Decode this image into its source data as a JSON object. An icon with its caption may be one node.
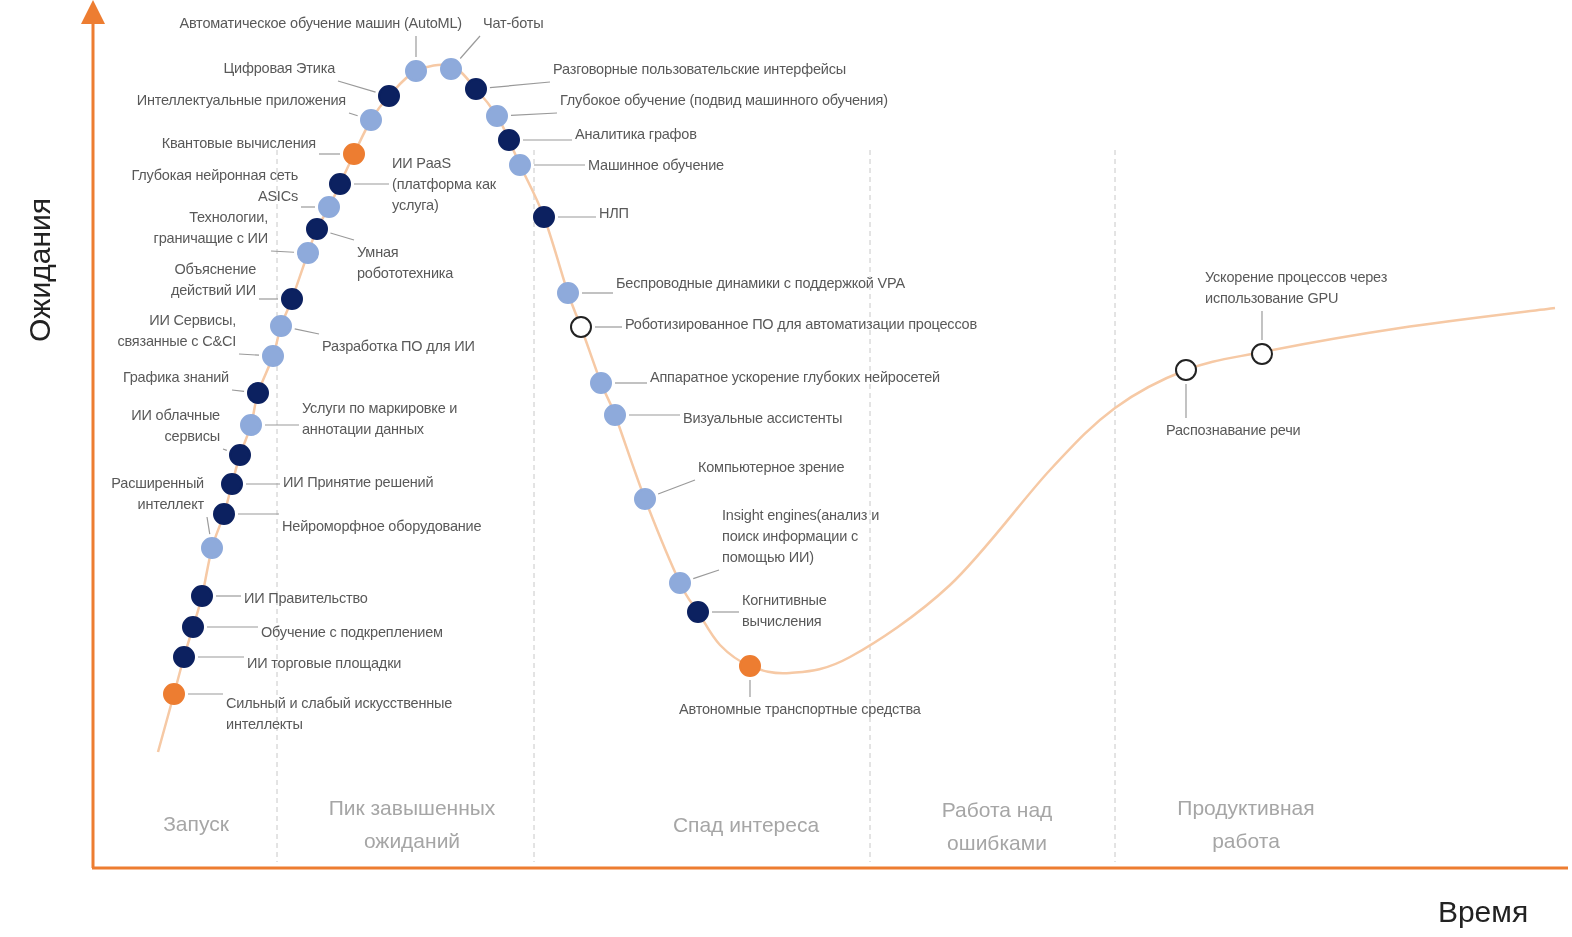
{
  "diagram": {
    "nodes": [
      {
        "text": [
          "Автоматическое обучение машин (AutoML)"
        ]
      },
      {
        "text": [],
        "shape": "circle"
      },
      {
        "text": [
          "Чат-боты"
        ]
      },
      {
        "text": [],
        "shape": "circle"
      },
      {
        "text": [
          "Цифровая Этика"
        ]
      },
      {
        "text": [],
        "shape": "circle"
      },
      {
        "text": [
          "Разговорные пользовательские интерфейсы"
        ]
      },
      {
        "text": [],
        "shape": "circle"
      },
      {
        "text": [
          "Интеллектуальные приложения"
        ]
      },
      {
        "text": [],
        "shape": "circle"
      },
      {
        "text": [
          "Глубокое обучение (подвид машинного обучения)"
        ]
      },
      {
        "text": [],
        "shape": "circle"
      },
      {
        "text": [
          "Аналитика графов"
        ]
      },
      {
        "text": [],
        "shape": "circle"
      },
      {
        "text": [
          "Квантовые вычисления"
        ]
      },
      {
        "text": [],
        "shape": "circle"
      },
      {
        "text": [
          "Машинное обучение"
        ]
      },
      {
        "text": [],
        "shape": "circle"
      },
      {
        "text": [
          "ИИ PaaS (платформа как услуга)"
        ]
      },
      {
        "text": [],
        "shape": "circle"
      },
      {
        "text": [
          "Глубокая нейронная сеть ASICs"
        ]
      },
      {
        "text": [],
        "shape": "circle"
      },
      {
        "text": [
          "НЛП"
        ]
      },
      {
        "text": [],
        "shape": "circle"
      },
      {
        "text": [
          "Технологии, граничащие с ИИ"
        ]
      },
      {
        "text": [],
        "shape": "circle"
      },
      {
        "text": [
          "Умная робототехника"
        ]
      },
      {
        "text": [],
        "shape": "circle"
      },
      {
        "text": [
          "Беспроводные динамики с поддержкой VPA"
        ]
      },
      {
        "text": [],
        "shape": "circle"
      },
      {
        "text": [
          "Объяснение действий ИИ"
        ]
      },
      {
        "text": [],
        "shape": "circle"
      },
      {
        "text": [
          "Роботизированное ПО для автоматизации процессов"
        ]
      },
      {
        "text": [],
        "shape": "circle"
      },
      {
        "text": [
          "ИИ Сервисы, связанные с C&CI"
        ]
      },
      {
        "text": [],
        "shape": "circle"
      },
      {
        "text": [
          "Разработка ПО для ИИ"
        ]
      },
      {
        "text": [],
        "shape": "circle"
      },
      {
        "text": [
          "Аппаратное ускорение глубоких нейросетей"
        ]
      },
      {
        "text": [],
        "shape": "circle"
      },
      {
        "text": [
          "Графика знаний"
        ]
      },
      {
        "text": [],
        "shape": "circle"
      },
      {
        "text": [
          "Визуальные ассистенты"
        ]
      },
      {
        "text": [],
        "shape": "circle"
      },
      {
        "text": [
          "Услуги по маркировке и аннотации данных"
        ]
      },
      {
        "text": [],
        "shape": "circle"
      },
      {
        "text": [
          "ИИ облачные сервисы"
        ]
      },
      {
        "text": [],
        "shape": "circle"
      },
      {
        "text": [
          "Компьютерное зрение"
        ]
      },
      {
        "text": [],
        "shape": "circle"
      },
      {
        "text": [
          "ИИ Принятие решений"
        ]
      },
      {
        "text": [],
        "shape": "circle"
      },
      {
        "text": [
          "Расширенный интеллект"
        ]
      },
      {
        "text": [],
        "shape": "circle"
      },
      {
        "text": [
          "Нейроморфное оборудование"
        ]
      },
      {
        "text": [],
        "shape": "circle"
      },
      {
        "text": [
          "Insight engines(анализ и поиск информации с помощью ИИ)"
        ]
      },
      {
        "text": [],
        "shape": "circle"
      },
      {
        "text": [
          "ИИ Правительство"
        ]
      },
      {
        "text": [],
        "shape": "circle"
      },
      {
        "text": [
          "Когнитивные вычисления"
        ]
      },
      {
        "text": [],
        "shape": "circle"
      },
      {
        "text": [
          "Обучение с подкреплением"
        ]
      },
      {
        "text": [],
        "shape": "circle"
      },
      {
        "text": [
          "ИИ торговые площадки"
        ]
      },
      {
        "text": [],
        "shape": "circle"
      },
      {
        "text": [
          "Сильный и слабый искусственные интеллекты"
        ]
      },
      {
        "text": [],
        "shape": "circle"
      },
      {
        "text": [
          "Автономные транспортные средства"
        ]
      },
      {
        "text": [],
        "shape": "circle"
      },
      {
        "text": [
          "Ускорение процессов через использование GPU"
        ]
      },
      {
        "text": [],
        "shape": "circle"
      },
      {
        "text": [
          "Распознавание речи"
        ]
      },
      {
        "text": [],
        "shape": "circle"
      }
    ],
    "edges": [
      {
        "from": 0,
        "to": 1,
        "arrow": "none"
      },
      {
        "from": 2,
        "to": 3,
        "arrow": "none"
      },
      {
        "from": 4,
        "to": 5,
        "arrow": "none"
      },
      {
        "from": 6,
        "to": 7,
        "arrow": "none"
      },
      {
        "from": 8,
        "to": 9,
        "arrow": "none"
      },
      {
        "from": 10,
        "to": 11,
        "arrow": "none"
      },
      {
        "from": 12,
        "to": 13,
        "arrow": "none"
      },
      {
        "from": 14,
        "to": 15,
        "arrow": "none"
      },
      {
        "from": 16,
        "to": 17,
        "arrow": "none"
      },
      {
        "from": 18,
        "to": 19,
        "arrow": "none"
      },
      {
        "from": 20,
        "to": 21,
        "arrow": "none"
      },
      {
        "from": 22,
        "to": 23,
        "arrow": "none"
      },
      {
        "from": 24,
        "to": 25,
        "arrow": "none"
      },
      {
        "from": 26,
        "to": 27,
        "arrow": "none"
      },
      {
        "from": 28,
        "to": 29,
        "arrow": "none"
      },
      {
        "from": 30,
        "to": 31,
        "arrow": "none"
      },
      {
        "from": 32,
        "to": 33,
        "arrow": "none"
      },
      {
        "from": 34,
        "to": 35,
        "arrow": "none"
      },
      {
        "from": 36,
        "to": 37,
        "arrow": "none"
      },
      {
        "from": 38,
        "to": 39,
        "arrow": "none"
      },
      {
        "from": 40,
        "to": 41,
        "arrow": "none"
      },
      {
        "from": 42,
        "to": 43,
        "arrow": "none"
      },
      {
        "from": 44,
        "to": 45,
        "arrow": "none"
      },
      {
        "from": 46,
        "to": 47,
        "arrow": "none"
      },
      {
        "from": 48,
        "to": 49,
        "arrow": "none"
      },
      {
        "from": 50,
        "to": 51,
        "arrow": "none"
      },
      {
        "from": 52,
        "to": 53,
        "arrow": "none"
      },
      {
        "from": 54,
        "to": 55,
        "arrow": "none"
      },
      {
        "from": 56,
        "to": 57,
        "arrow": "none"
      },
      {
        "from": 58,
        "to": 59,
        "arrow": "none"
      },
      {
        "from": 60,
        "to": 61,
        "arrow": "none"
      },
      {
        "from": 62,
        "to": 63,
        "arrow": "none"
      },
      {
        "from": 64,
        "to": 65,
        "arrow": "none"
      },
      {
        "from": 66,
        "to": 67,
        "arrow": "none"
      },
      {
        "from": 68,
        "to": 69,
        "arrow": "none"
      },
      {
        "from": 70,
        "to": 71,
        "arrow": "none"
      },
      {
        "from": 72,
        "to": 73,
        "arrow": "none"
      }
    ],
    "labels": [
      "Ожидания",
      "Запуск",
      "Пик завышенных ожиданий",
      "Спад интереса",
      "Работа над ошибками",
      "Продуктивная работа",
      "Время"
    ]
  }
}
